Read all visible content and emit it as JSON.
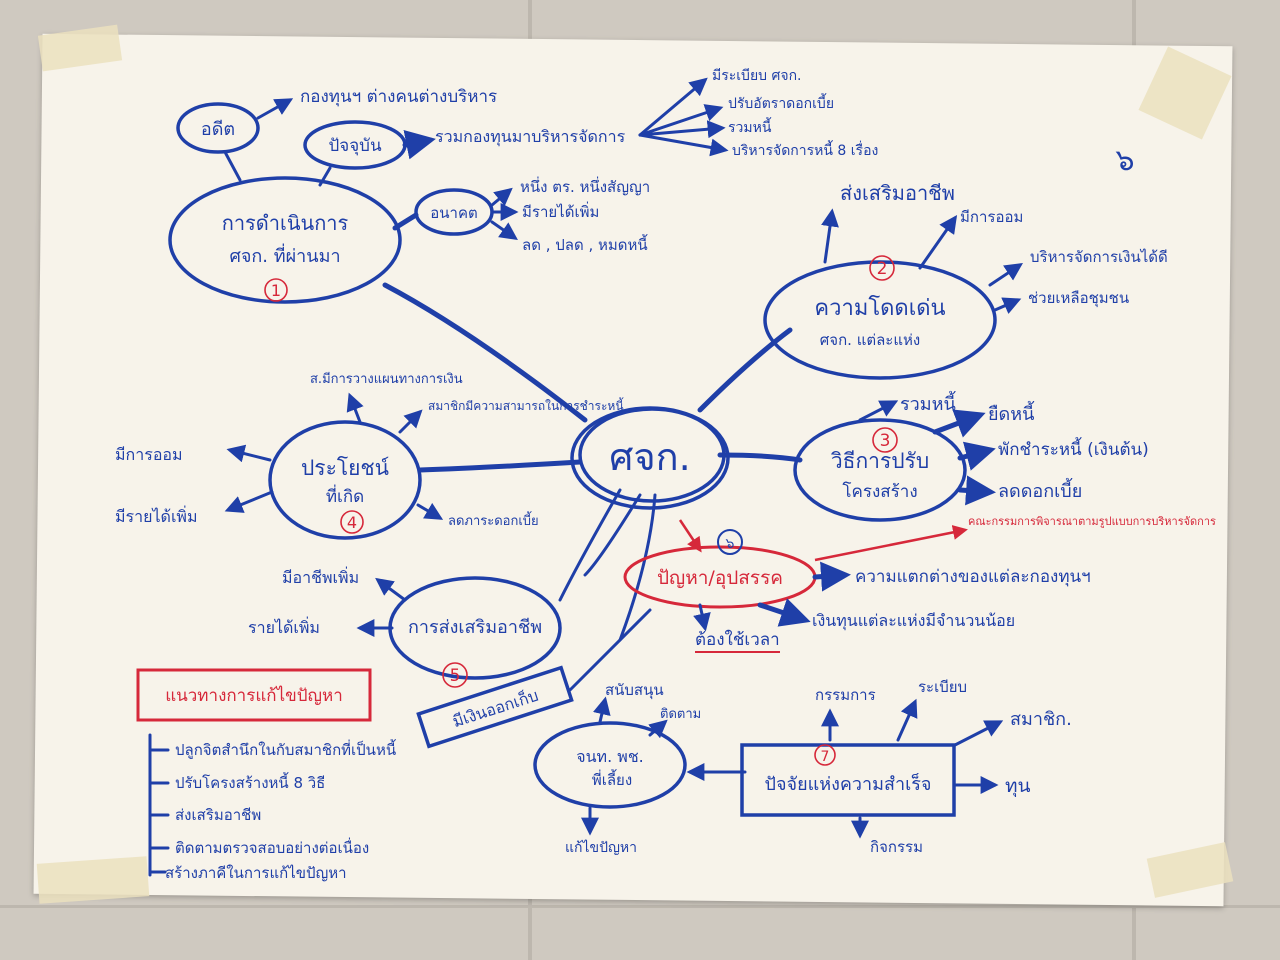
{
  "page_number": "๖",
  "center": {
    "label": "ศจก."
  },
  "branches": {
    "b1": {
      "number": "1",
      "label_line1": "การดำเนินการ",
      "label_line2": "ศจก. ที่ผ่านมา",
      "sub_past": "อดีต",
      "sub_past_detail": "กองทุนฯ ต่างคนต่างบริหาร",
      "sub_present": "ปัจจุบัน",
      "sub_present_detail": "รวมกองทุนมาบริหารจัดการ",
      "sub_present_items": [
        "มีระเบียบ ศจก.",
        "ปรับอัตราดอกเบี้ย",
        "รวมหนี้",
        "บริหารจัดการหนี้ 8 เรื่อง"
      ],
      "sub_future": "อนาคต",
      "sub_future_items": [
        "หนึ่ง ตร. หนึ่งสัญญา",
        "มีรายได้เพิ่ม",
        "ลด , ปลด , หมดหนี้"
      ]
    },
    "b2": {
      "number": "2",
      "label_line1": "ความโดดเด่น",
      "label_line2": "ศจก. แต่ละแห่ง",
      "items": [
        "ส่งเสริมอาชีพ",
        "มีการออม",
        "บริหารจัดการเงินได้ดี",
        "ช่วยเหลือชุมชน"
      ]
    },
    "b3": {
      "number": "3",
      "label_line1": "วิธีการปรับ",
      "label_line2": "โครงสร้าง",
      "items": [
        "รวมหนี้",
        "ยืดหนี้",
        "พักชำระหนี้ (เงินต้น)",
        "ลดดอกเบี้ย"
      ],
      "note": "คณะกรรมการพิจารณาตามรูปแบบการบริหารจัดการ"
    },
    "b4": {
      "number": "4",
      "label_line1": "ประโยชน์",
      "label_line2": "ที่เกิด",
      "items": [
        "ส.มีการวางแผนทางการเงิน",
        "สมาชิกมีความสามารถในการชำระหนี้",
        "มีการออม",
        "มีรายได้เพิ่ม",
        "ลดภาระดอกเบี้ย"
      ]
    },
    "b5": {
      "number": "5",
      "label_line1": "การส่งเสริมอาชีพ",
      "items": [
        "มีอาชีพเพิ่ม",
        "รายได้เพิ่ม",
        "มีเงินออกเก็บ"
      ]
    },
    "b6": {
      "number": "๖",
      "label": "ปัญหา/อุปสรรค",
      "items": [
        "ความแตกต่างของแต่ละกองทุนฯ",
        "เงินทุนแต่ละแห่งมีจำนวนน้อย",
        "ต้องใช้เวลา",
        "สนับสนุน"
      ]
    },
    "b7": {
      "number": "7",
      "label": "ปัจจัยแห่งความสำเร็จ",
      "items": [
        "กรรมการ",
        "ระเบียบ",
        "สมาชิก.",
        "ทุน",
        "กิจกรรม"
      ]
    },
    "agencies": {
      "label_line1": "จนท. พช.",
      "label_line2": "พี่เลี้ยง",
      "items": [
        "ติดตาม",
        "แก้ไขปัญหา"
      ]
    },
    "solutions": {
      "title": "แนวทางการแก้ไขปัญหา",
      "items": [
        "ปลูกจิตสำนึกในกับสมาชิกที่เป็นหนี้",
        "ปรับโครงสร้างหนี้ 8 วิธี",
        "ส่งเสริมอาชีพ",
        "ติดตามตรวจสอบอย่างต่อเนื่อง",
        "สร้างภาคีในการแก้ไขปัญหา"
      ]
    }
  },
  "colors": {
    "blue_marker": "#1f3fa8",
    "red_marker": "#d6283a",
    "paper": "#f7f3ea"
  }
}
